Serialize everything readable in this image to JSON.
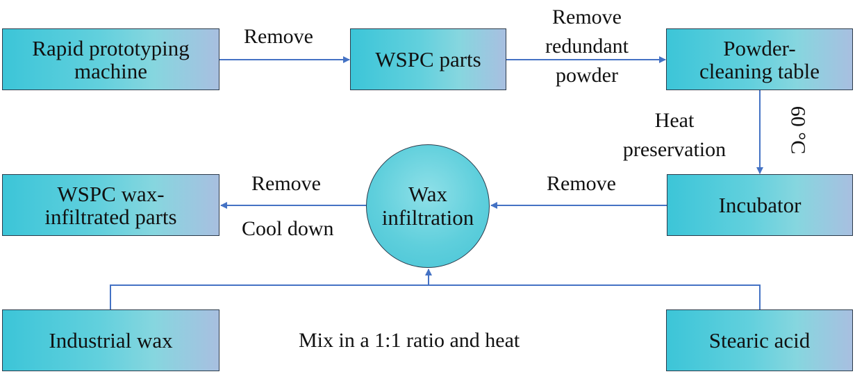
{
  "nodes": {
    "rapid_prototyping_machine": "Rapid prototyping\nmachine",
    "wspc_parts": "WSPC parts",
    "powder_cleaning_table": "Powder-\ncleaning table",
    "incubator": "Incubator",
    "wax_infiltration": "Wax\ninfiltration",
    "wspc_wax_infiltrated_parts": "WSPC wax-\ninfiltrated parts",
    "industrial_wax": "Industrial wax",
    "stearic_acid": "Stearic acid"
  },
  "edges": {
    "machine_to_parts": "Remove",
    "parts_to_table": "Remove\nredundant\npowder",
    "table_to_incubator": "Heat\npreservation",
    "table_to_incubator_temp": "60 °C",
    "incubator_to_wax": "Remove",
    "wax_to_output_top": "Remove",
    "wax_to_output_bottom": "Cool down",
    "mix": "Mix in a 1:1 ratio and heat"
  },
  "colors": {
    "arrow": "#4472c4",
    "box_fill": "#5ccbdb",
    "box_border": "#2b3a4a"
  }
}
